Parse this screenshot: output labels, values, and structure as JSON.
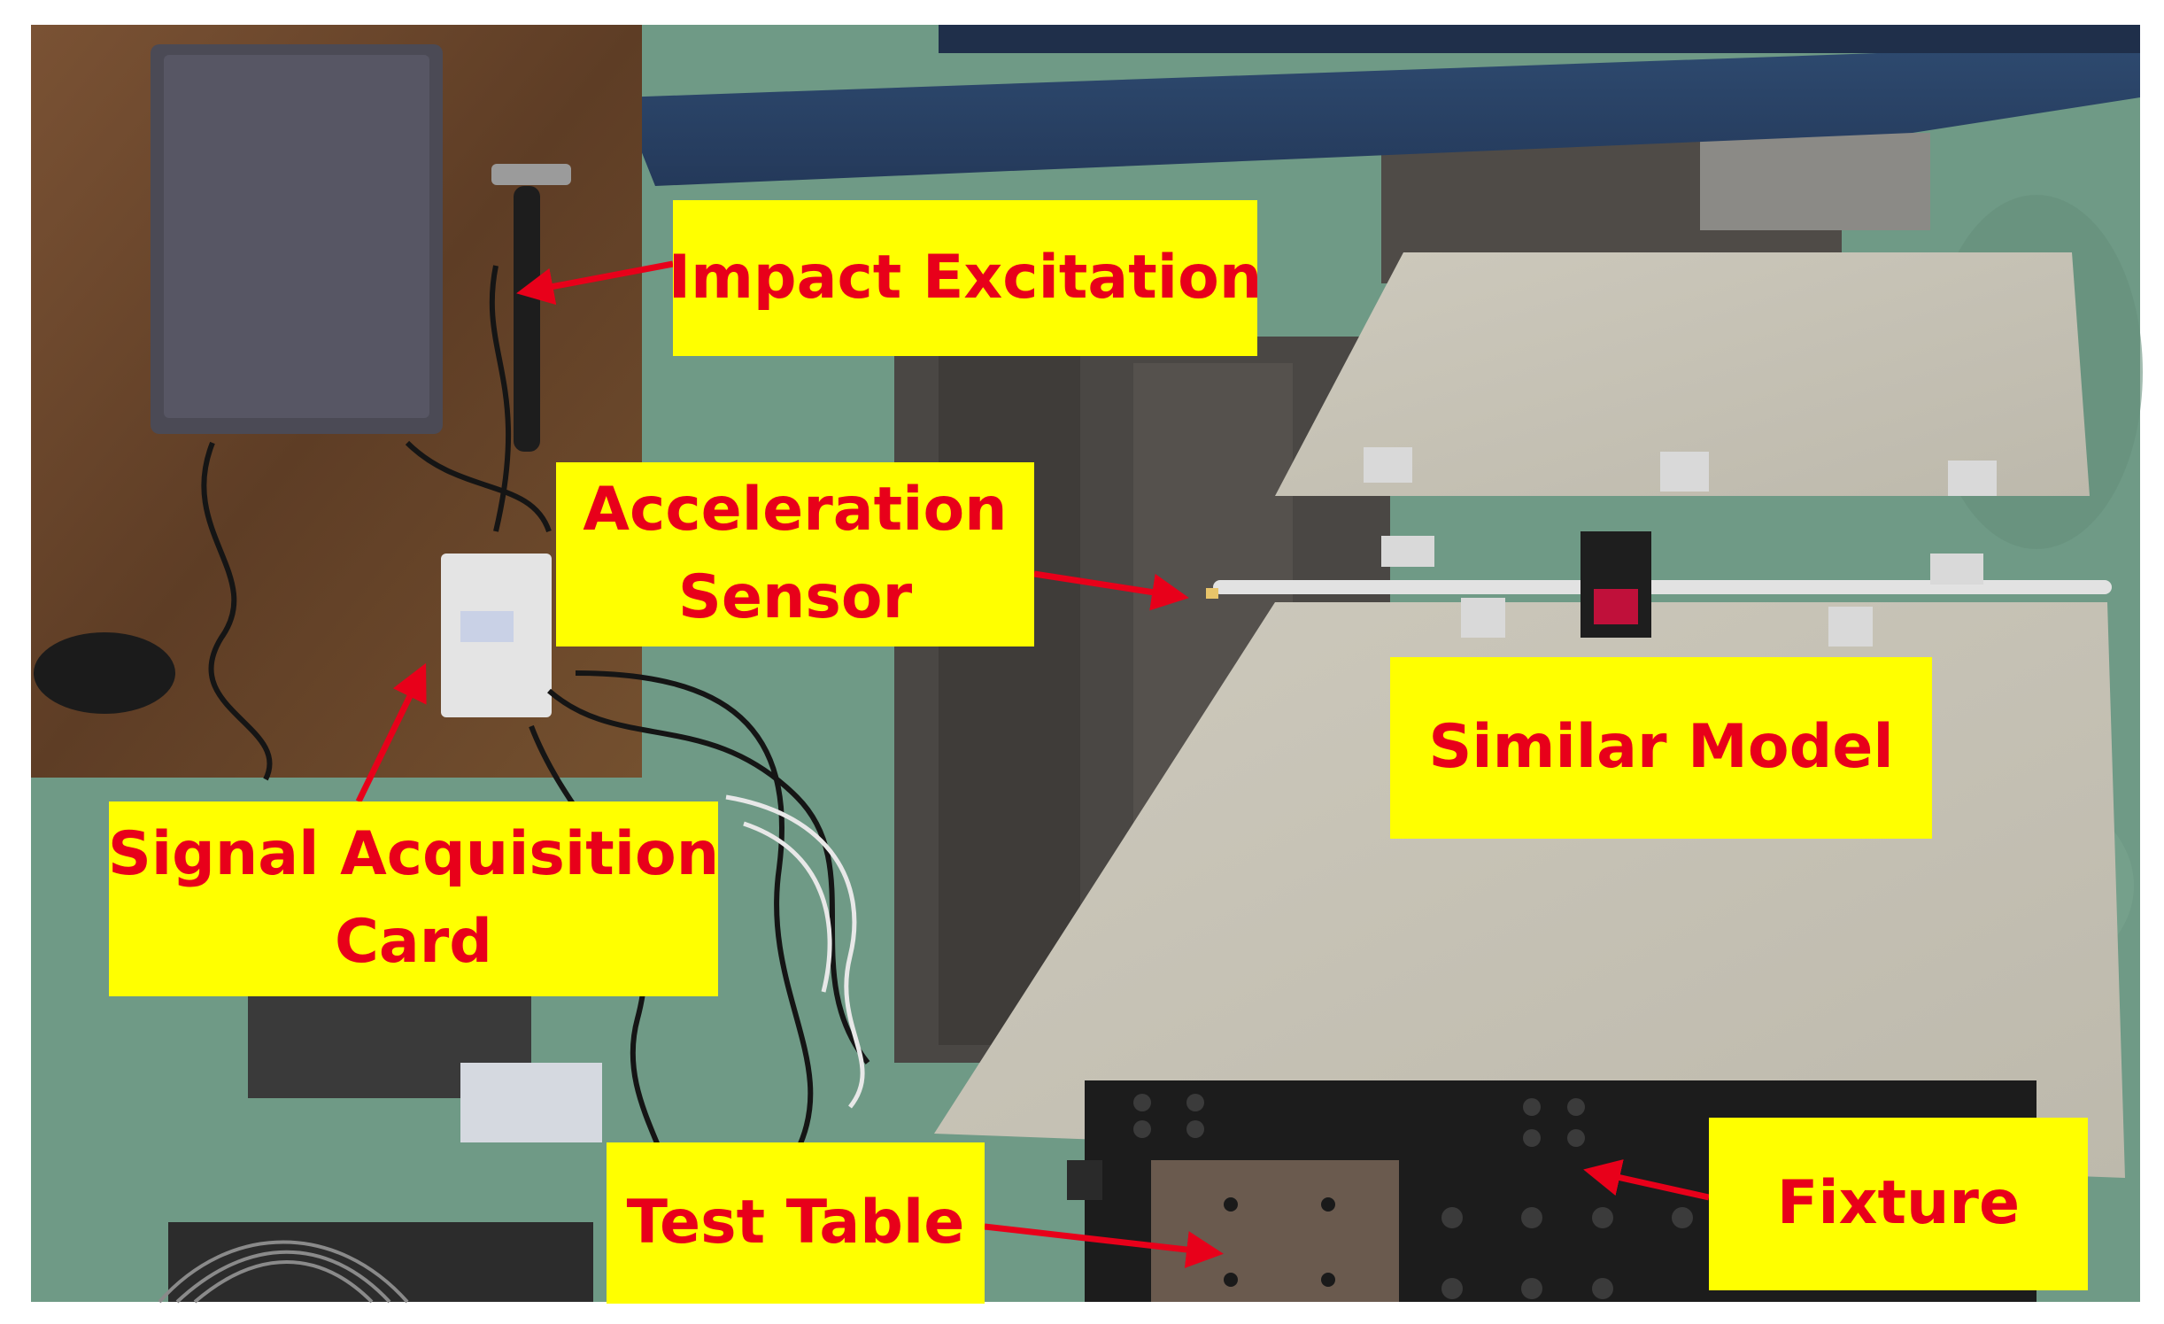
{
  "figure": {
    "description_hidden": false,
    "labels": {
      "impact_excitation": [
        "Impact Excitation"
      ],
      "acceleration_sensor": [
        "Acceleration",
        "Sensor"
      ],
      "signal_acquisition_card": [
        "Signal Acquisition",
        "Card"
      ],
      "similar_model": [
        "Similar Model"
      ],
      "test_table": [
        "Test Table"
      ],
      "fixture": [
        "Fixture"
      ]
    },
    "colors": {
      "label_background": "#ffff00",
      "label_text": "#e8001a",
      "arrow": "#e8001a",
      "floor": "#6f9a86",
      "panel": "#c7c3b6",
      "table_wood": "#6e4a2f"
    }
  }
}
